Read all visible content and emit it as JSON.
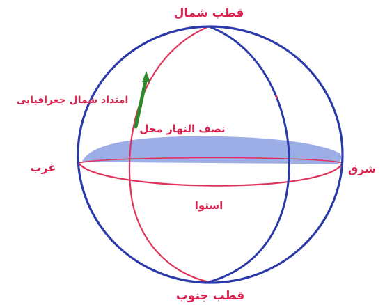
{
  "labels": {
    "north_pole": "قطب شمال",
    "south_pole": "قطب جنوب",
    "east": "شرق",
    "west": "غرب",
    "equator": "استوا",
    "local_meridian": "نصف النهار محل",
    "geographic_north_direction": "امتداد شمال جغرافیایی"
  },
  "colors": {
    "sphere_outline": "#2a3aa8",
    "meridian_blue": "#2a3aa8",
    "meridian_red": "#e0335a",
    "equator": "#e0335a",
    "horizon_plane": "#8c9fe0",
    "north_arrow": "#2f8a2c",
    "label_text": "#d9234f"
  }
}
